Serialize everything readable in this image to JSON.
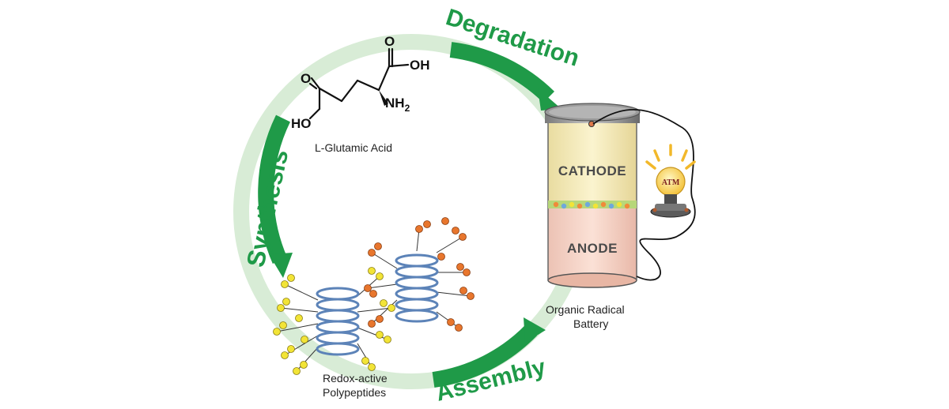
{
  "cycle": {
    "degradation": "Degradation",
    "synthesis": "Synthesis",
    "assembly": "Assembly"
  },
  "molecule": {
    "name": "L-Glutamic Acid",
    "oh_top": "OH",
    "oh_left": "HO",
    "o_top": "O",
    "o_left": "O",
    "amine": "NH",
    "amine_sub": "2"
  },
  "battery": {
    "cathode": "CATHODE",
    "anode": "ANODE",
    "caption_line1": "Organic Radical",
    "caption_line2": "Battery"
  },
  "polymer": {
    "caption_line1": "Redox-active",
    "caption_line2": "Polypeptides"
  },
  "bulb": {
    "logo": "ATM"
  },
  "colors": {
    "arrow_green": "#1f9a48",
    "ring_light": "#d8ecd6",
    "cathode": "#f6ecb0",
    "anode": "#f6d2c6",
    "yellow_node": "#f2e436",
    "orange_node": "#e8762d",
    "helix_blue": "#6f93c2"
  }
}
